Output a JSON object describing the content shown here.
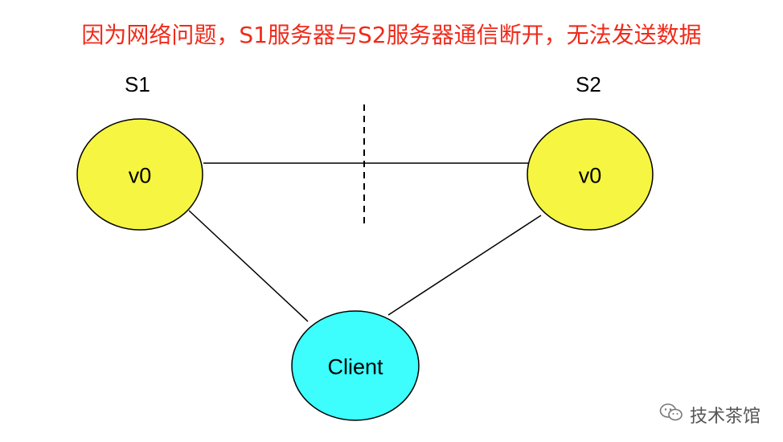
{
  "title": "因为网络问题，S1服务器与S2服务器通信断开，无法发送数据",
  "servers": {
    "s1": {
      "label": "S1",
      "value": "v0"
    },
    "s2": {
      "label": "S2",
      "value": "v0"
    }
  },
  "client": {
    "label": "Client"
  },
  "colors": {
    "title": "#f02a1a",
    "server_fill": "#f5f542",
    "client_fill": "#3dfdfd",
    "stroke": "#000000"
  },
  "watermark": {
    "icon": "wechat-icon",
    "text": "技术茶馆"
  }
}
